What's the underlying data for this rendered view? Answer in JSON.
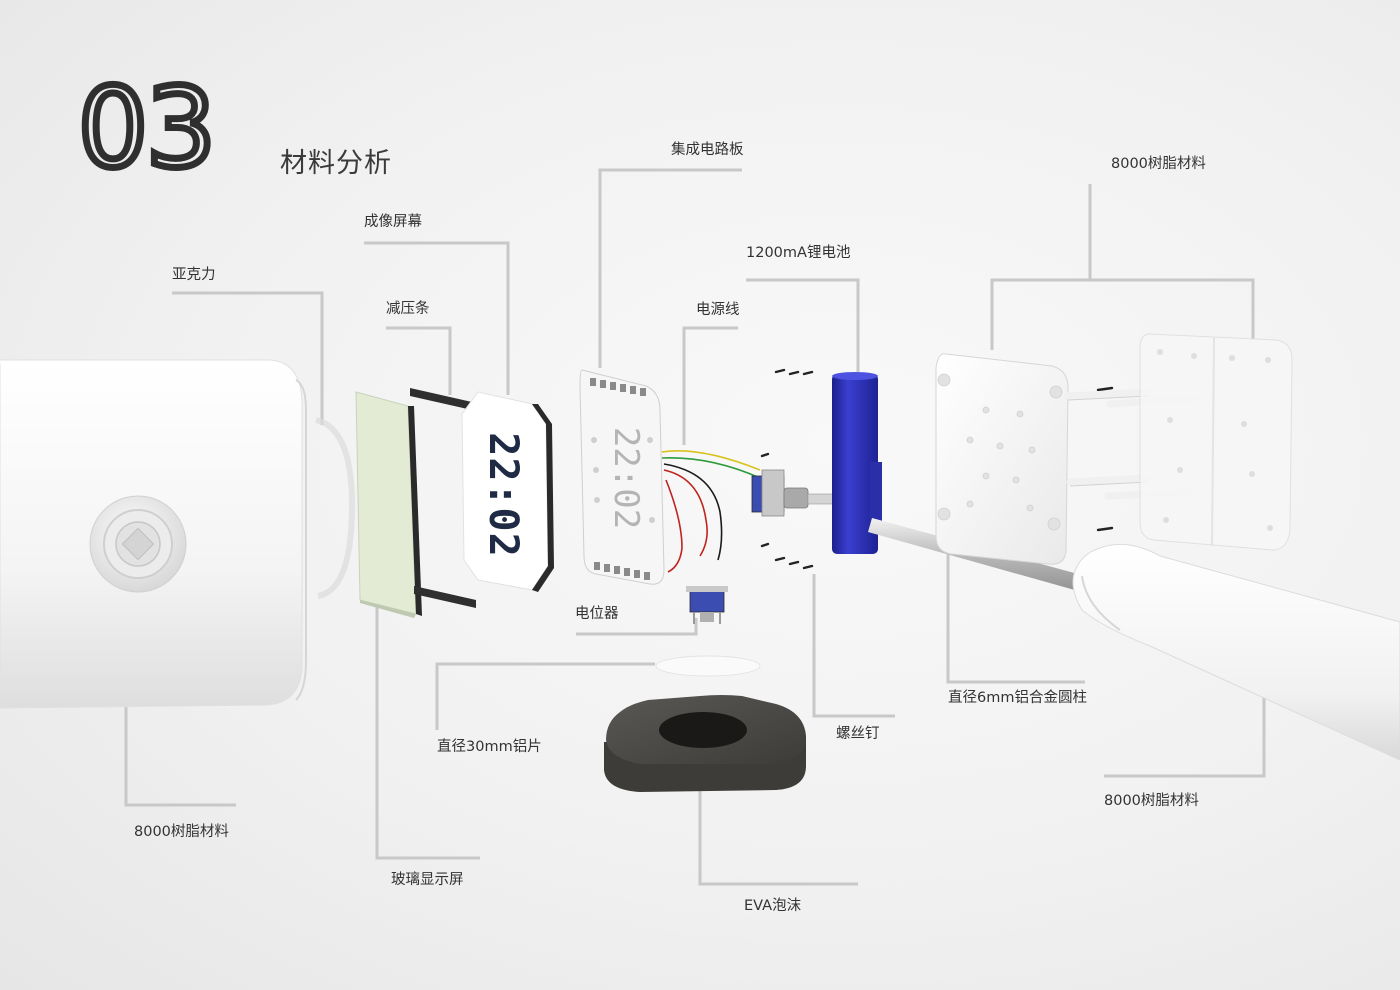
{
  "page": {
    "section_number": "03",
    "section_title": "材料分析"
  },
  "labels": {
    "acrylic": "亚克力",
    "imaging_screen": "成像屏幕",
    "pressure_strip": "减压条",
    "circuit_board": "集成电路板",
    "battery": "1200mA锂电池",
    "power_cable": "电源线",
    "resin_top_right": "8000树脂材料",
    "potentiometer": "电位器",
    "aluminum_disc": "直径30mm铝片",
    "screws": "螺丝钉",
    "aluminum_rod": "直径6mm铝合金圆柱",
    "resin_bottom_right": "8000树脂材料",
    "resin_left": "8000树脂材料",
    "glass_display": "玻璃显示屏",
    "eva_foam": "EVA泡沫"
  },
  "display_digits": "22:02",
  "colors": {
    "leader_line": "#c8c8c8",
    "battery_blue": "#2b2fb3",
    "eva_dark": "#4a4844",
    "glass_green": "#e3ebd5",
    "wire_yellow": "#d8c21a",
    "wire_green": "#2f9a3a",
    "wire_red": "#c0231e",
    "wire_black": "#1a1a1a"
  }
}
